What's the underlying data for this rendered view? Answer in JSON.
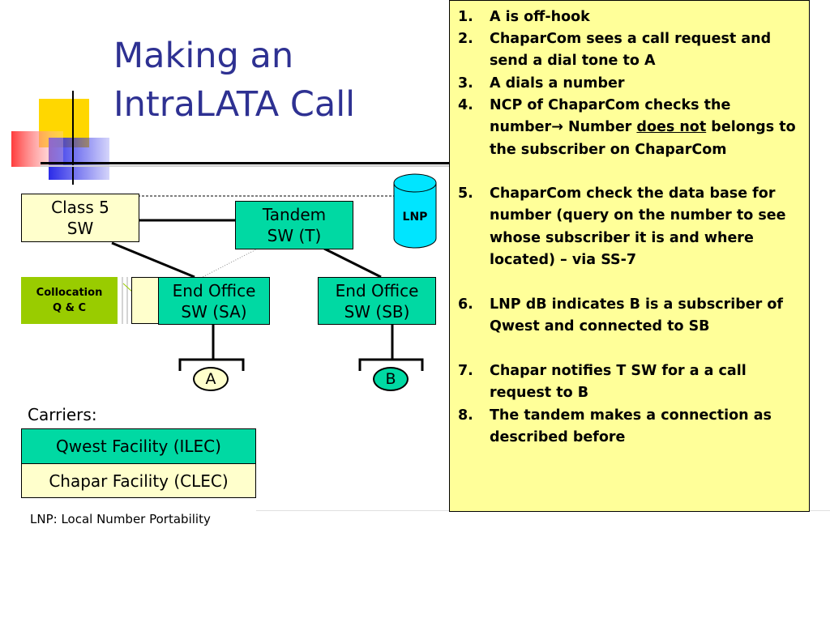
{
  "title": {
    "line1": "Making an",
    "line2": "IntraLATA Call"
  },
  "diagram": {
    "class5": {
      "line1": "Class 5",
      "line2": "SW"
    },
    "tandem": {
      "line1": "Tandem",
      "line2": "SW (T)"
    },
    "end_office_a": {
      "line1": "End Office",
      "line2": "SW (SA)"
    },
    "end_office_b": {
      "line1": "End Office",
      "line2": "SW (SB)"
    },
    "collocation": {
      "line1": "Collocation",
      "line2": "Q & C"
    },
    "lnp": "LNP",
    "node_a": "A",
    "node_b": "B"
  },
  "carriers": {
    "label": "Carriers:",
    "qwest": "Qwest Facility (ILEC)",
    "chapar": "Chapar Facility (CLEC)"
  },
  "footnote": "LNP: Local Number Portability",
  "steps": [
    {
      "num": "1.",
      "text": "A is off-hook"
    },
    {
      "num": "2.",
      "text": "ChaparCom sees a call request and send a dial tone to A"
    },
    {
      "num": "3.",
      "text": "A dials a number"
    },
    {
      "num": "4.",
      "pre": "NCP of ChaparCom checks the number",
      "arrow": "→",
      "mid": " Number ",
      "emph": "does not",
      "post": " belongs to the subscriber on ChaparCom"
    },
    {
      "num": "5.",
      "text": "ChaparCom check the data base for number (query on the number to see whose subscriber it is and where located) – via SS-7"
    },
    {
      "num": "6.",
      "text": "LNP dB indicates B is a subscriber of Qwest and connected to SB"
    },
    {
      "num": "7.",
      "text": "Chapar notifies T SW for a a call request to B"
    },
    {
      "num": "8.",
      "text": "The tandem makes a connection as described before"
    }
  ],
  "colors": {
    "title": "#2e3192",
    "panel": "#ffff99",
    "switch_box": "#ffffcc",
    "qwest_box": "#00d9a3",
    "collocation_box": "#99cc00",
    "lnp_cylinder": "#00e5ff",
    "deco_yellow": "#ffd700",
    "deco_blue": "#2b2be8",
    "deco_red": "#ff5a5a"
  }
}
